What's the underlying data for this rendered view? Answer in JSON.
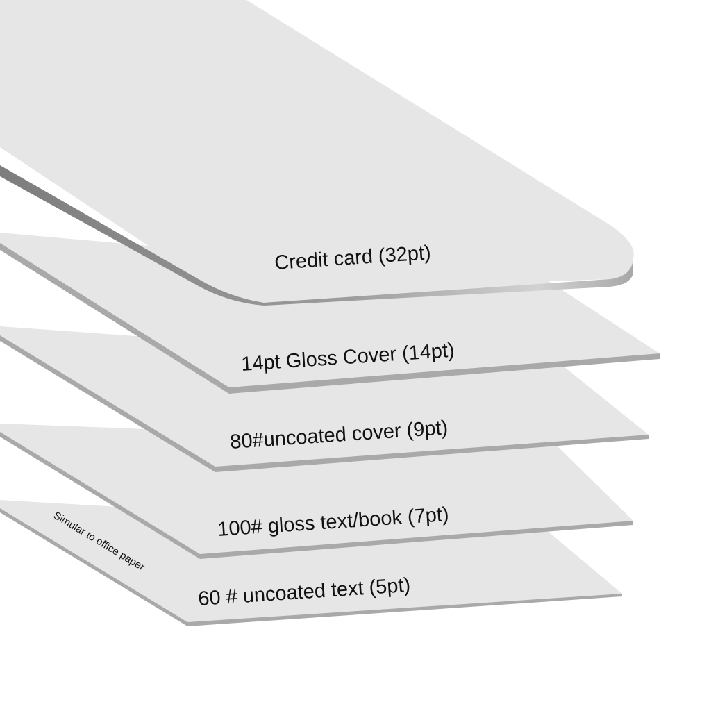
{
  "colors": {
    "background": "#ffffff",
    "sheet_face": "#e6e6e6",
    "sheet_edge": "#a9a9a9",
    "card_edge_dark": "#8f8f8f",
    "text": "#111111"
  },
  "sheets": [
    {
      "label": "60 # uncoated text (5pt)",
      "thickness_pt": 5
    },
    {
      "label": "100# gloss text/book (7pt)",
      "thickness_pt": 7
    },
    {
      "label": "80#uncoated cover (9pt)",
      "thickness_pt": 9
    },
    {
      "label": "14pt Gloss Cover (14pt)",
      "thickness_pt": 14
    },
    {
      "label": "Credit card (32pt)",
      "thickness_pt": 32
    }
  ],
  "side_note": "Simular to office paper"
}
